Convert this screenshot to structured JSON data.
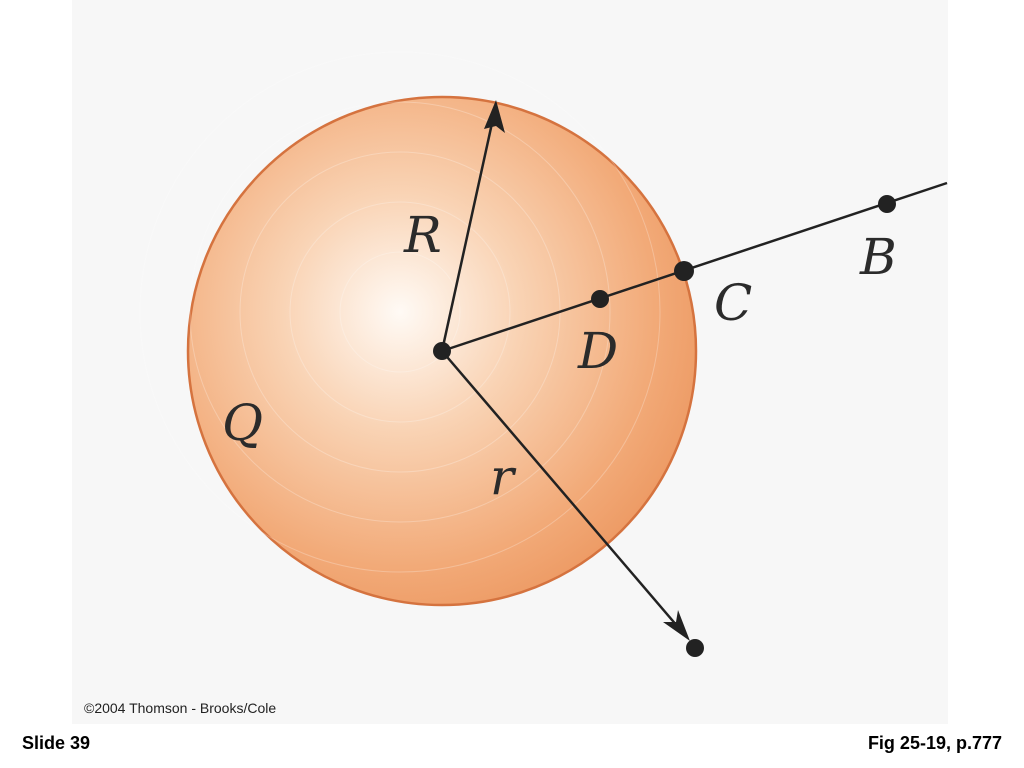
{
  "figure": {
    "labels": {
      "R": "R",
      "Q": "Q",
      "r": "r",
      "D": "D",
      "C": "C",
      "B": "B"
    },
    "colors": {
      "sphere_fill_center": "#fff8f2",
      "sphere_fill_edge": "#ef9a63",
      "sphere_outline": "#d5733f",
      "ink": "#222222"
    }
  },
  "footer": {
    "copyright": "©2004 Thomson - Brooks/Cole",
    "slide": "Slide 39",
    "figure_ref": "Fig 25-19, p.777"
  }
}
